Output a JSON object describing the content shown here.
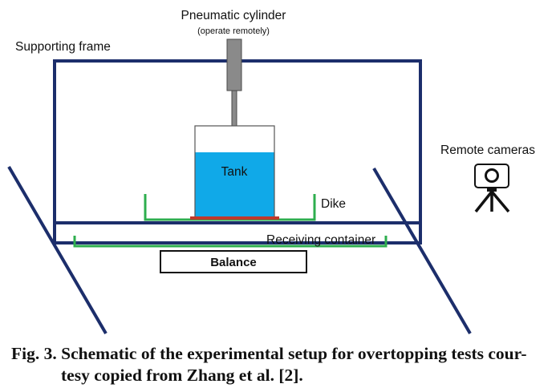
{
  "labels": {
    "pneumatic_cylinder": "Pneumatic cylinder",
    "pneumatic_note": "(operate remotely)",
    "supporting_frame": "Supporting frame",
    "tank": "Tank",
    "dike": "Dike",
    "receiving_container": "Receiving container",
    "balance": "Balance",
    "remote_cameras": "Remote cameras"
  },
  "caption": {
    "line1": "Fig. 3. Schematic of the experimental setup for overtopping tests cour-",
    "line2": "tesy copied from Zhang et al. [2]."
  },
  "colors": {
    "frame": "#1c2e6b",
    "cylinder": "#8a8a8a",
    "water": "#10a9e8",
    "dike_and_container": "#2eae4e",
    "tank_base": "#c0392b",
    "camera": "#111111"
  }
}
